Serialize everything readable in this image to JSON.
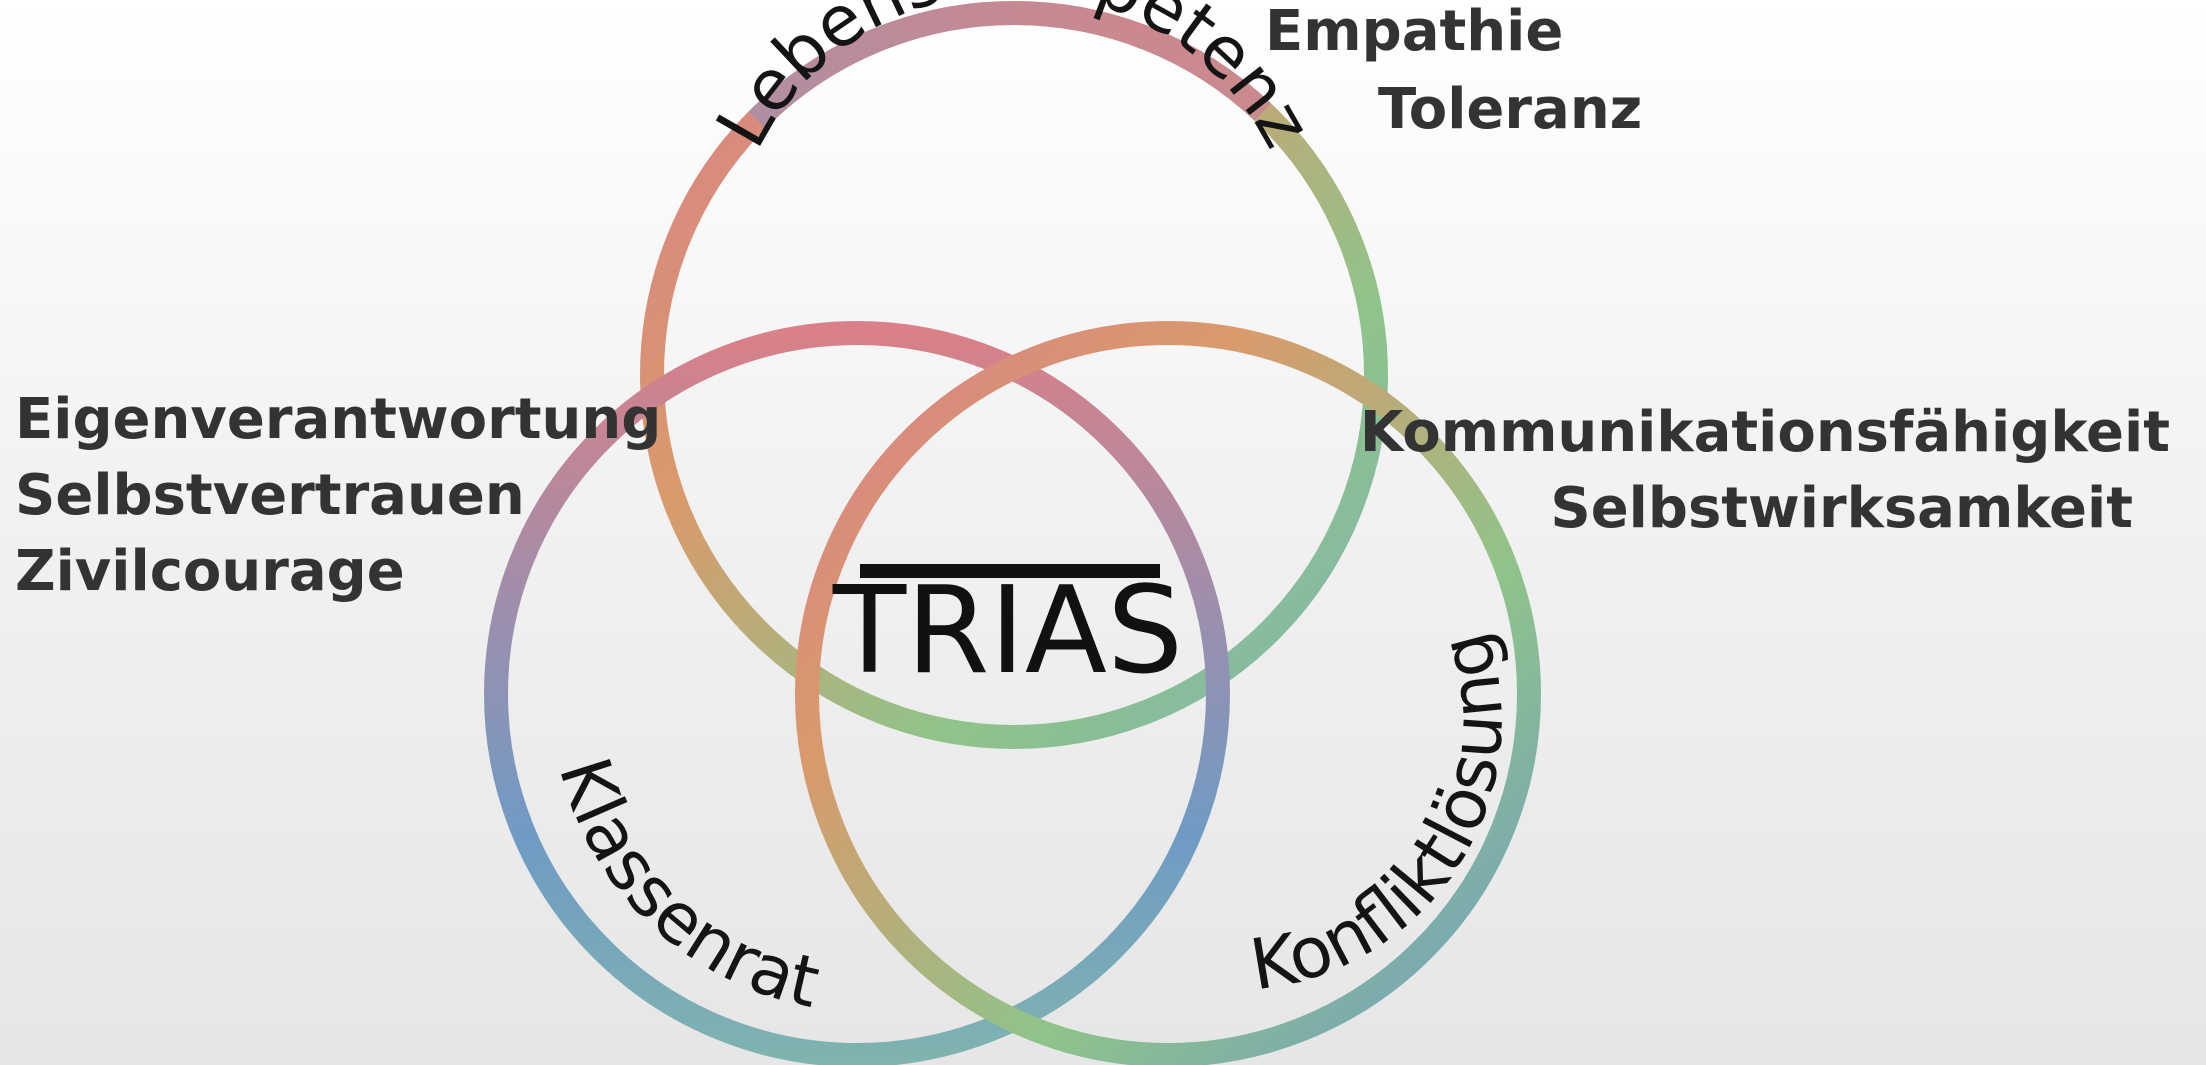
{
  "center_logo": "TRIAS",
  "circles": [
    {
      "id": "top",
      "label": "Lebenskompetenz"
    },
    {
      "id": "left",
      "label": "Klassenrat"
    },
    {
      "id": "right",
      "label": "Konfliktlösung"
    }
  ],
  "side_groups": {
    "top_right": [
      "Empathie",
      "Toleranz"
    ],
    "left": [
      "Eigenverantwortung",
      "Selbstvertrauen",
      "Zivilcourage"
    ],
    "right": [
      "Kommunikationsfähigkeit",
      "Selbstwirksamkeit"
    ]
  },
  "colors": {
    "ring_red": "#d98088",
    "ring_orange": "#d99a6c",
    "ring_green": "#8fc48a",
    "ring_blue": "#6f9bc4",
    "ring_teal": "#7fb3b0",
    "text_dark": "#333333",
    "label_black": "#141414"
  }
}
